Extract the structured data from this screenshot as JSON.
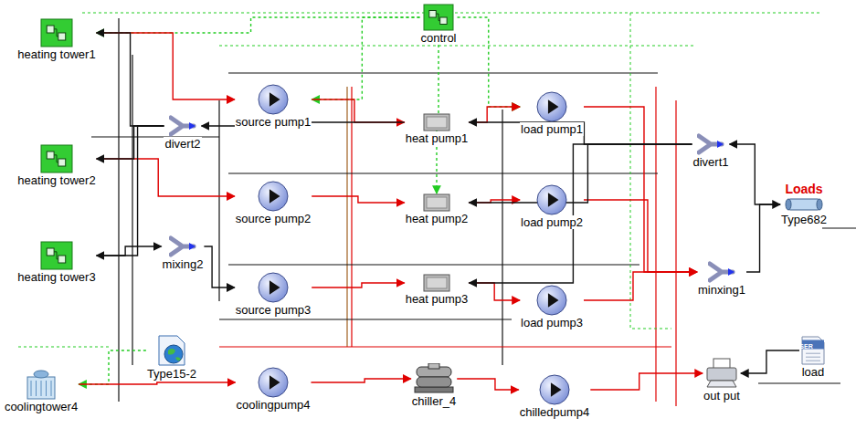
{
  "diagram": {
    "nodes": [
      {
        "text": [
          "control"
        ]
      },
      {
        "text": [
          "heating tower1"
        ]
      },
      {
        "text": [
          "source pump1"
        ]
      },
      {
        "text": [
          "heat pump1"
        ]
      },
      {
        "text": [
          "load pump1"
        ]
      },
      {
        "text": [
          "divert1"
        ]
      },
      {
        "text": [
          "divert2"
        ]
      },
      {
        "text": [
          "heating tower2"
        ]
      },
      {
        "text": [
          "source pump2"
        ]
      },
      {
        "text": [
          "heat pump2"
        ]
      },
      {
        "text": [
          "load pump2"
        ]
      },
      {
        "text": [
          "Loads",
          "Type682"
        ]
      },
      {
        "text": [
          "heating tower3"
        ]
      },
      {
        "text": [
          "mixing2"
        ]
      },
      {
        "text": [
          "source pump3"
        ]
      },
      {
        "text": [
          "heat pump3"
        ]
      },
      {
        "text": [
          "load pump3"
        ]
      },
      {
        "text": [
          "minxing1"
        ]
      },
      {
        "text": [
          "Type15-2"
        ]
      },
      {
        "text": [
          "load"
        ]
      },
      {
        "text": [
          "coolingtower4"
        ]
      },
      {
        "text": [
          "coolingpump4"
        ]
      },
      {
        "text": [
          "chiller_4"
        ]
      },
      {
        "text": [
          "chilledpump4"
        ]
      },
      {
        "text": [
          "out put"
        ]
      }
    ],
    "edges": [
      {
        "from": 0,
        "to": 1,
        "arrow": "to"
      },
      {
        "from": 0,
        "to": 2,
        "arrow": "to"
      },
      {
        "from": 0,
        "to": 4,
        "arrow": "to"
      },
      {
        "from": 0,
        "to": 9,
        "arrow": "to"
      },
      {
        "from": 1,
        "to": 2,
        "arrow": "to"
      },
      {
        "from": 7,
        "to": 8,
        "arrow": "to"
      },
      {
        "from": 12,
        "to": 13,
        "arrow": "to"
      },
      {
        "from": 6,
        "to": 1,
        "arrow": "to"
      },
      {
        "from": 6,
        "to": 7,
        "arrow": "to"
      },
      {
        "from": 6,
        "to": 12,
        "arrow": "to"
      },
      {
        "from": 13,
        "to": 14,
        "arrow": "to"
      },
      {
        "from": 2,
        "to": 3,
        "arrow": "to"
      },
      {
        "from": 8,
        "to": 9,
        "arrow": "to"
      },
      {
        "from": 14,
        "to": 15,
        "arrow": "to"
      },
      {
        "from": 3,
        "to": 6,
        "arrow": "to"
      },
      {
        "from": 3,
        "to": 4,
        "arrow": "to"
      },
      {
        "from": 9,
        "to": 10,
        "arrow": "to"
      },
      {
        "from": 15,
        "to": 16,
        "arrow": "to"
      },
      {
        "from": 4,
        "to": 17,
        "arrow": "to"
      },
      {
        "from": 10,
        "to": 17,
        "arrow": "to"
      },
      {
        "from": 16,
        "to": 17,
        "arrow": "to"
      },
      {
        "from": 17,
        "to": 11,
        "arrow": "to"
      },
      {
        "from": 11,
        "to": 5,
        "arrow": "to"
      },
      {
        "from": 5,
        "to": 3,
        "arrow": "to"
      },
      {
        "from": 5,
        "to": 9,
        "arrow": "to"
      },
      {
        "from": 5,
        "to": 15,
        "arrow": "to"
      },
      {
        "from": 18,
        "to": 20,
        "arrow": "to"
      },
      {
        "from": 20,
        "to": 21,
        "arrow": "to"
      },
      {
        "from": 21,
        "to": 22,
        "arrow": "to"
      },
      {
        "from": 22,
        "to": 23,
        "arrow": "to"
      },
      {
        "from": 23,
        "to": 24,
        "arrow": "to"
      },
      {
        "from": 19,
        "to": 24,
        "arrow": "to"
      }
    ],
    "labels": [
      "USER"
    ]
  }
}
